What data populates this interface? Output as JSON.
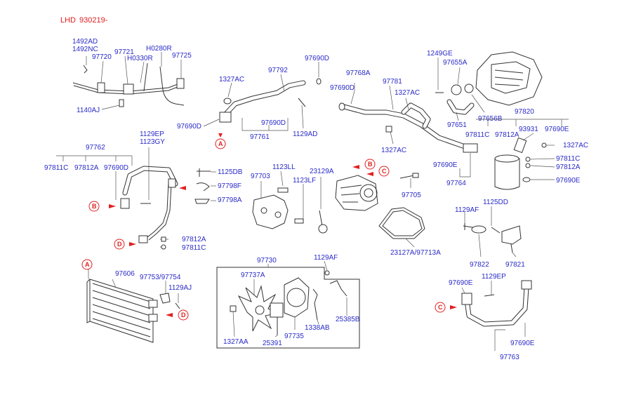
{
  "header": {
    "lhd": "LHD",
    "date_range": "930219-"
  },
  "labels": {
    "p1492AD": "1492AD",
    "p1492NC": "1492NC",
    "p97720": "97720",
    "p97721": "97721",
    "pH0330R": "H0330R",
    "pH0280R": "H0280R",
    "p97725": "97725",
    "p1140AJ": "1140AJ",
    "p1327AC_a": "1327AC",
    "p97792": "97792",
    "p97690D_a": "97690D",
    "p97690D_b": "97690D",
    "p97690D_c": "97690D",
    "p97761": "97761",
    "p1129AD": "1129AD",
    "p97768A": "97768A",
    "p97690D_d": "97690D",
    "p97781": "97781",
    "p1327AC_b": "1327AC",
    "p1327AC_c": "1327AC",
    "p1249GE": "1249GE",
    "p97655A": "97655A",
    "p97656B": "97656B",
    "p97651": "97651",
    "p97820": "97820",
    "p97811C_a": "97811C",
    "p97812A_a": "97812A",
    "p93931": "93931",
    "p97690E_a": "97690E",
    "p1327AC_d": "1327AC",
    "p97811C_b": "97811C",
    "p97812A_b": "97812A",
    "p97690E_b": "97690E",
    "p97690E_c": "97690E",
    "p97764": "97764",
    "p1129EP_a": "1129EP",
    "p1123GY": "1123GY",
    "p97762": "97762",
    "p97811C_c": "97811C",
    "p97812A_c": "97812A",
    "p97690D_e": "97690D",
    "p97812A_d": "97812A",
    "p97811C_d": "97811C",
    "p1125DB": "1125DB",
    "p97798F": "97798F",
    "p97798A": "97798A",
    "p97703": "97703",
    "p1123LL": "1123LL",
    "p1123LF": "1123LF",
    "p23129A": "23129A",
    "p97705": "97705",
    "p23127A": "23127A/97713A",
    "p1129AF_a": "1129AF",
    "p1125DD": "1125DD",
    "p97822": "97822",
    "p97821": "97821",
    "p97606": "97606",
    "p97753": "97753/97754",
    "p1129AJ": "1129AJ",
    "p97730": "97730",
    "p1129AF_b": "1129AF",
    "p97737A": "97737A",
    "p25385B": "25385B",
    "p1338AB": "1338AB",
    "p97735": "97735",
    "p25391": "25391",
    "p1327AA": "1327AA",
    "p97690E_d": "97690E",
    "p1129EP_b": "1129EP",
    "p97690E_e": "97690E",
    "p97763": "97763"
  },
  "refs": {
    "A": "A",
    "B": "B",
    "C": "C",
    "D": "D"
  },
  "colors": {
    "label": "#2a2ac8",
    "reference": "#e02020",
    "line": "#333333"
  }
}
